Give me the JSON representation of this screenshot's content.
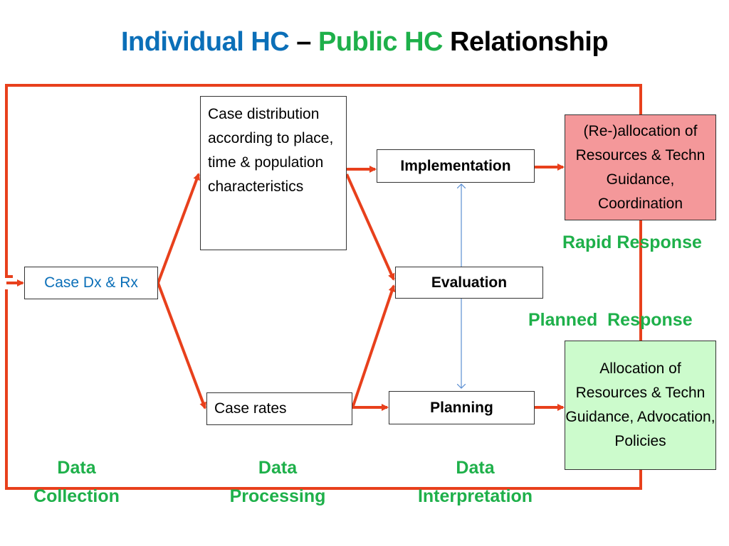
{
  "title": {
    "part1": "Individual HC",
    "dash": " – ",
    "part2": "Public HC",
    "part3": " Relationship"
  },
  "nodes": {
    "case_dx": "Case Dx & Rx",
    "case_distribution": "Case distribution according to place, time & population characteristics",
    "case_rates": "Case rates",
    "implementation": "Implementation",
    "evaluation": "Evaluation",
    "planning": "Planning",
    "rapid_outcome": "(Re-)allocation of Resources & Techn Guidance, Coordination",
    "planned_outcome": "Allocation of Resources & Techn Guidance, Advocation, Policies"
  },
  "responses": {
    "rapid": "Rapid Response",
    "planned": "Planned  Response"
  },
  "stages": {
    "collection": {
      "line1": "Data",
      "line2": "Collection"
    },
    "processing": {
      "line1": "Data",
      "line2": "Processing"
    },
    "interpretation": {
      "line1": "Data",
      "line2": "Interpretation"
    }
  },
  "colors": {
    "title_blue": "#0b6fb8",
    "title_green": "#1eb04a",
    "arrow_red": "#e8401c",
    "frame_red": "#e8401c",
    "link_blue": "#5b8ed2",
    "rapid_fill": "#f4989a",
    "planned_fill": "#ccfbcc"
  }
}
